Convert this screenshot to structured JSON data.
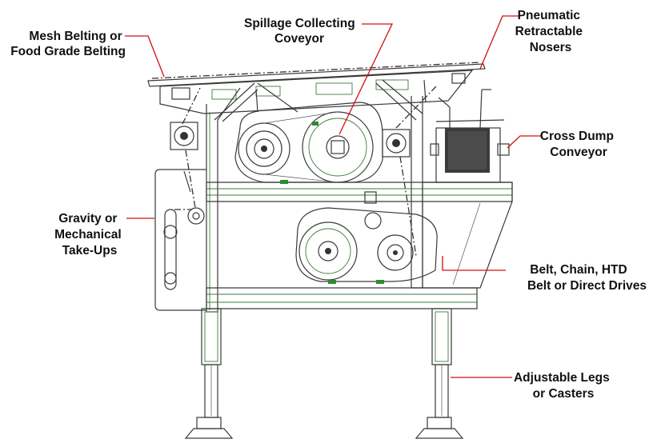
{
  "labels": {
    "mesh_belting": [
      "Mesh Belting or",
      "Food Grade Belting"
    ],
    "spillage": [
      "Spillage Collecting",
      "Coveyor"
    ],
    "pneumatic": [
      "Pneumatic",
      "Retractable",
      "Nosers"
    ],
    "cross_dump": [
      "Cross Dump",
      "Conveyor"
    ],
    "take_ups": [
      "Gravity or",
      "Mechanical",
      "Take-Ups"
    ],
    "drives": [
      "Belt, Chain, HTD",
      "Belt or Direct Drives"
    ],
    "legs": [
      "Adjustable Legs",
      "or Casters"
    ]
  },
  "colors": {
    "leader": "#d01010",
    "drawing_line": "#3a3a3a",
    "drawing_green": "#3f7a3f"
  }
}
